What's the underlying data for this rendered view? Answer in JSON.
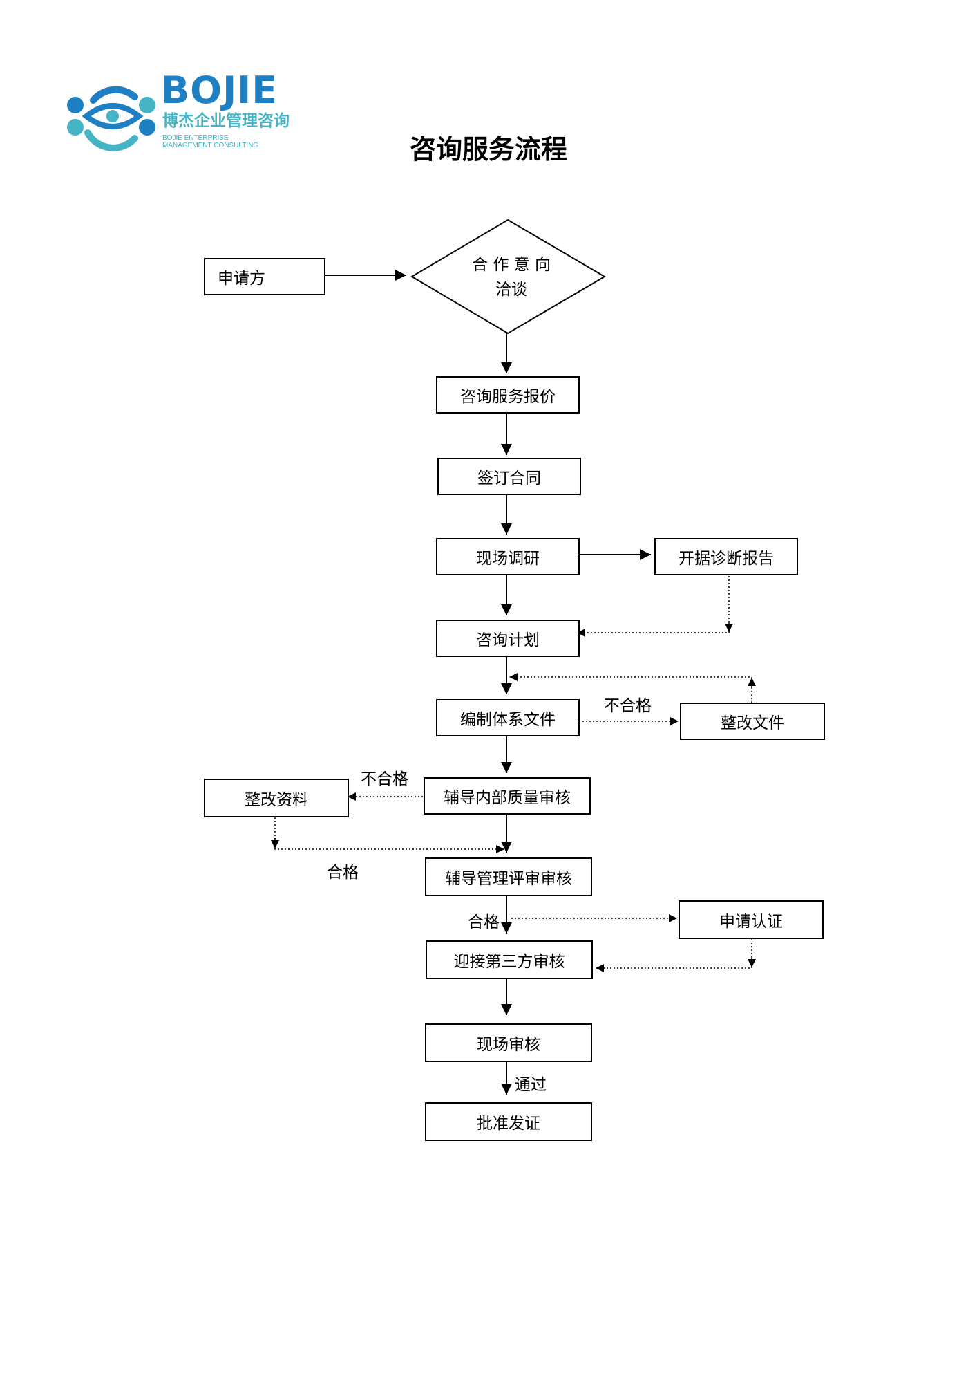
{
  "logo": {
    "wordmark": "BOJIE",
    "name_cn": "博杰企业管理咨询",
    "name_en_line1": "BOJIE ENTERPRISE",
    "name_en_line2": "MANAGEMENT CONSULTING",
    "colors": {
      "blue": "#1e7fc2",
      "teal": "#45b4c4"
    }
  },
  "title": "咨询服务流程",
  "nodes": {
    "applicant": "申请方",
    "intent_line1": "合 作 意 向",
    "intent_line2": "洽谈",
    "quote": "咨询服务报价",
    "contract": "签订合同",
    "survey": "现场调研",
    "diagnosis": "开据诊断报告",
    "plan": "咨询计划",
    "docs": "编制体系文件",
    "fix_docs": "整改文件",
    "internal_audit": "辅导内部质量审核",
    "fix_material": "整改资料",
    "mgmt_review": "辅导管理评审审核",
    "apply_cert": "申请认证",
    "third_party": "迎接第三方审核",
    "onsite_audit": "现场审核",
    "approve": "批准发证"
  },
  "labels": {
    "fail_docs": "不合格",
    "fail_audit": "不合格",
    "pass_return": "合格",
    "pass_review": "合格",
    "passed": "通过"
  }
}
